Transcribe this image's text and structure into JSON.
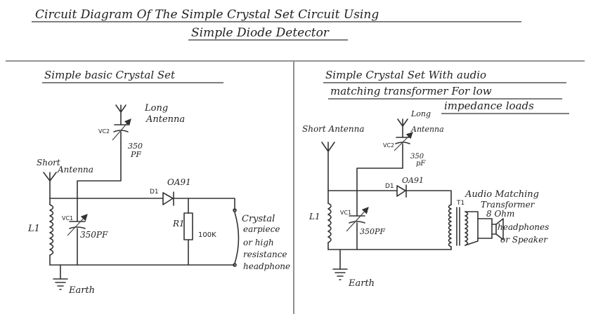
{
  "title": {
    "line1": "Circuit Diagram Of The Simple Crystal Set Circuit Using",
    "line2": "Simple Diode Detector"
  },
  "left": {
    "heading": "Simple basic Crystal Set",
    "long_antenna": [
      "Long",
      "Antenna"
    ],
    "short_antenna": [
      "Short",
      "Antenna"
    ],
    "vc2": "VC2",
    "vc2_value": [
      "350",
      "PF"
    ],
    "diode_ref": "D1",
    "diode_type": "OA91",
    "r1": "R1",
    "r1_value": "100K",
    "l1": "L1",
    "vc1": "VC1",
    "vc1_value": "350PF",
    "earth": "Earth",
    "output_note": [
      "Crystal",
      "earpiece",
      "or high",
      "resistance",
      "headphone"
    ]
  },
  "right": {
    "heading": [
      "Simple Crystal Set With audio",
      "matching transformer For low",
      "impedance loads"
    ],
    "short_antenna": "Short Antenna",
    "long_antenna": [
      "Long",
      "Antenna"
    ],
    "vc2": "VC2",
    "vc2_value": [
      "350",
      "pF"
    ],
    "diode_ref": "D1",
    "diode_type": "OA91",
    "l1": "L1",
    "vc1": "VC1",
    "vc1_value": "350PF",
    "earth": "Earth",
    "t1": "T1",
    "transformer_note": [
      "Audio Matching",
      "Transformer",
      "8 Ohm"
    ],
    "output_note": [
      "headphones",
      "or Speaker"
    ]
  }
}
